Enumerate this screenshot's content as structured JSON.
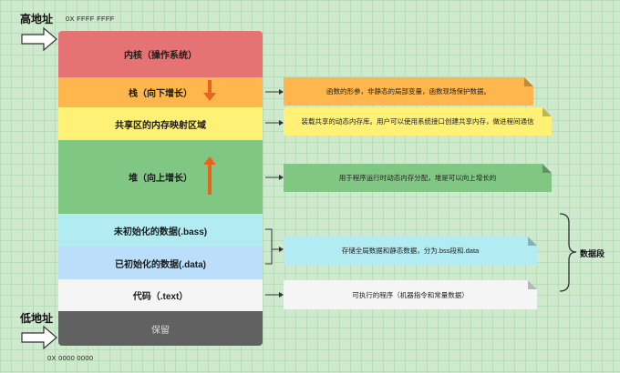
{
  "labels": {
    "high_address": "高地址",
    "low_address": "低地址",
    "high_hex": "0X FFFF FFFF",
    "low_hex": "0X 0000 0000",
    "data_segment": "数据段"
  },
  "segments": [
    {
      "id": "kernel",
      "label": "内核（操作系统）",
      "color": "#e57373"
    },
    {
      "id": "stack",
      "label": "栈（向下增长）",
      "color": "#ffb74d"
    },
    {
      "id": "mmap",
      "label": "共享区的内存映射区域",
      "color": "#fff176"
    },
    {
      "id": "heap",
      "label": "堆（向上增长）",
      "color": "#81c784"
    },
    {
      "id": "bss",
      "label": "未初始化的数据(.bass)",
      "color": "#b2ebf2"
    },
    {
      "id": "data",
      "label": "已初始化的数据(.data)",
      "color": "#bbdefb"
    },
    {
      "id": "text",
      "label": "代码（.text）",
      "color": "#f5f5f5"
    },
    {
      "id": "reserved",
      "label": "保留",
      "color": "#616161"
    }
  ],
  "notes": [
    {
      "id": "stack-note",
      "text": "函数的形参，非静态的局部变量，函数现场保护数据。",
      "color": "#ffb74d"
    },
    {
      "id": "mmap-note",
      "text": "装载共享的动态内存库。用户可以使用系统接口创建共享内存，做进程间通信",
      "color": "#fff176"
    },
    {
      "id": "heap-note",
      "text": "用于程序运行时动态内存分配，堆是可以向上增长的",
      "color": "#81c784"
    },
    {
      "id": "data-note",
      "text": "存储全局数据和静态数据，分为.bss段和.data",
      "color": "#b2ebf2"
    },
    {
      "id": "text-note",
      "text": "可执行的程序（机器指令和常量数据）",
      "color": "#f5f5f5"
    }
  ],
  "colors": {
    "arrow": "#e8641c",
    "connector": "#333333"
  }
}
